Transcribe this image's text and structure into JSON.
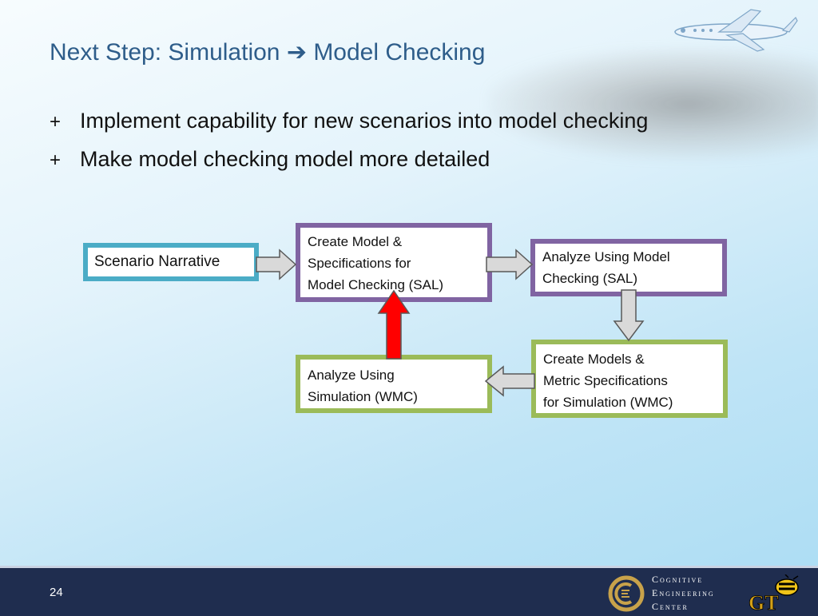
{
  "slide": {
    "title_part1": "Next Step: Simulation",
    "title_arrow": "➔",
    "title_part2": "Model Checking",
    "bullets": [
      {
        "mark": "+",
        "text": "Implement capability for new scenarios into model checking"
      },
      {
        "mark": "+",
        "text": "Make model checking model more detailed"
      }
    ]
  },
  "diagram": {
    "scenario": "Scenario Narrative",
    "create_model": [
      "Create Model &",
      "Specifications for",
      "Model Checking (SAL)"
    ],
    "analyze_mc": [
      "Analyze Using Model",
      "Checking (SAL)"
    ],
    "create_models_sim": [
      "Create Models &",
      "Metric Specifications",
      "for Simulation (WMC)"
    ],
    "analyze_sim": [
      "Analyze Using",
      "Simulation (WMC)"
    ]
  },
  "footer": {
    "page_number": "24",
    "org_line1": "Cognitive",
    "org_line2": "Engineering",
    "org_line3": "Center"
  },
  "colors": {
    "title": "#2e5d8a",
    "teal_border": "#4bacc6",
    "purple_border": "#8064a2",
    "green_border": "#9bbb59",
    "red_arrow": "#ff0000",
    "gray_arrow": "#d9d9d9",
    "footer_bg": "#1f2d4f"
  },
  "icons": [
    "airplane-icon",
    "cloud-decoration",
    "cec-logo-icon",
    "gt-logo-icon"
  ]
}
